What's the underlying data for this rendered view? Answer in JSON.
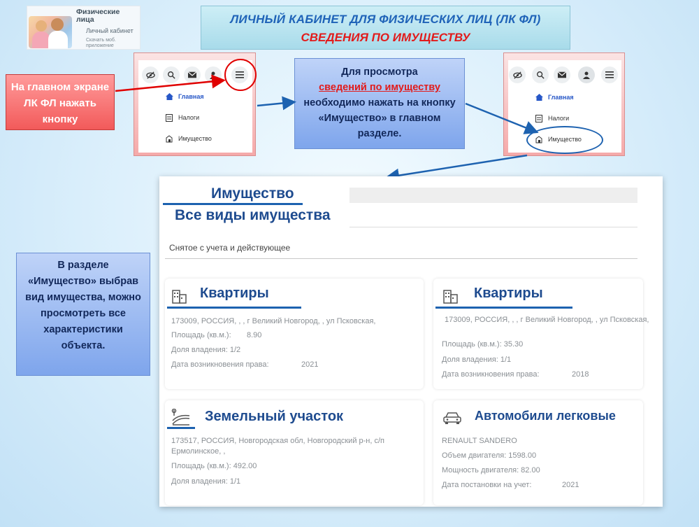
{
  "logo": {
    "title": "Физические лица",
    "subtitle": "Личный кабинет",
    "app_link": "Скачать моб. приложение"
  },
  "header": {
    "line1": "ЛИЧНЫЙ КАБИНЕТ ДЛЯ ФИЗИЧЕСКИХ ЛИЦ (ЛК ФЛ)",
    "line2": "СВЕДЕНИЯ ПО ИМУЩЕСТВУ"
  },
  "step1": {
    "text": "На главном экране ЛК ФЛ нажать кнопку"
  },
  "step2": {
    "text_before": "Для просмотра",
    "text_highlight": "сведений по имуществу",
    "text_after": "необходимо нажать на кнопку «Имущество» в главном разделе."
  },
  "step3": {
    "text": "В разделе «Имущество» выбрав вид имущества, можно просмотреть все характеристики объекта."
  },
  "menu": {
    "items": [
      "Главная",
      "Налоги",
      "Имущество"
    ]
  },
  "property_page": {
    "title": "Имущество",
    "subtitle": "Все виды имущества",
    "filter": "Снятое с учета и действующее",
    "cards": [
      {
        "title": "Квартиры",
        "address": "173009, РОССИЯ, , , г Великий Новгород, , ул Псковская,",
        "area_label": "Площадь (кв.м.):",
        "area": "8.90",
        "share": "Доля владения: 1/2",
        "date_label": "Дата возникновения права:",
        "date": "2021"
      },
      {
        "title": "Квартиры",
        "address": "173009, РОССИЯ, , , г Великий Новгород, , ул Псковская,",
        "area": "Площадь (кв.м.): 35.30",
        "share": "Доля владения: 1/1",
        "date_label": "Дата возникновения права:",
        "date": "2018"
      },
      {
        "title": "Земельный участок",
        "address1": "173517, РОССИЯ, Новгородская обл, Новгородский р-н, с/п",
        "address2": "Ермолинское, ,",
        "area": "Площадь (кв.м.): 492.00",
        "share": "Доля владения: 1/1"
      },
      {
        "title": "Автомобили легковые",
        "model": "RENAULT SANDERO",
        "volume": "Объем двигателя: 1598.00",
        "power": "Мощность двигателя: 82.00",
        "reg_label": "Дата постановки на учет:",
        "reg_date": "2021"
      }
    ]
  },
  "colors": {
    "highlight_red": "#e21b1b",
    "title_blue": "#1f63b8",
    "accent_blue": "#1d62b0"
  }
}
